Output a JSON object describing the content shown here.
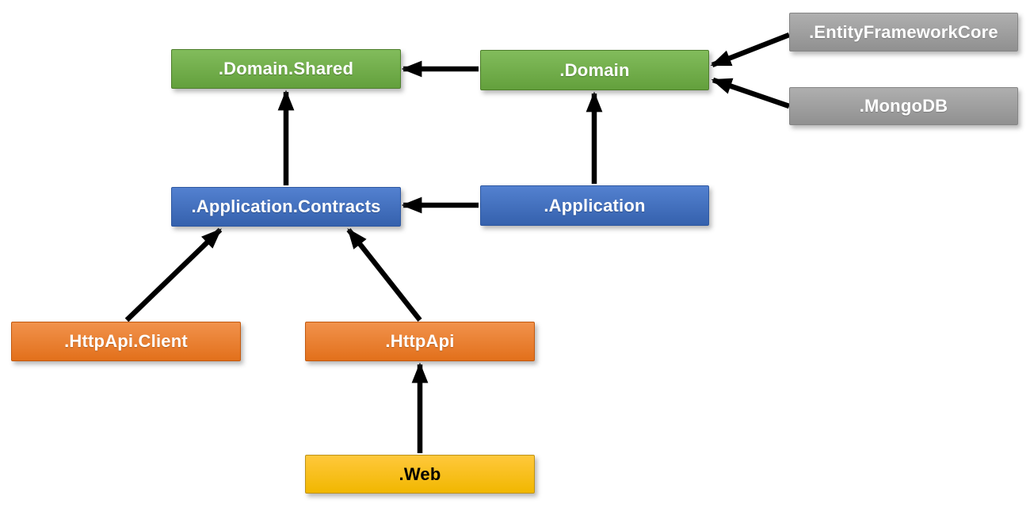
{
  "diagram": {
    "nodes": [
      {
        "id": "domain-shared",
        "label": ".Domain.Shared",
        "color": "green"
      },
      {
        "id": "domain",
        "label": ".Domain",
        "color": "green"
      },
      {
        "id": "entity-framework-core",
        "label": ".EntityFrameworkCore",
        "color": "gray"
      },
      {
        "id": "mongodb",
        "label": ".MongoDB",
        "color": "gray"
      },
      {
        "id": "application-contracts",
        "label": ".Application.Contracts",
        "color": "blue"
      },
      {
        "id": "application",
        "label": ".Application",
        "color": "blue"
      },
      {
        "id": "httpapi-client",
        "label": ".HttpApi.Client",
        "color": "orange"
      },
      {
        "id": "httpapi",
        "label": ".HttpApi",
        "color": "orange"
      },
      {
        "id": "web",
        "label": ".Web",
        "color": "gold"
      }
    ],
    "edges": [
      {
        "from": ".Domain",
        "to": ".Domain.Shared"
      },
      {
        "from": ".Application.Contracts",
        "to": ".Domain.Shared"
      },
      {
        "from": ".Application",
        "to": ".Domain"
      },
      {
        "from": ".Application",
        "to": ".Application.Contracts"
      },
      {
        "from": ".EntityFrameworkCore",
        "to": ".Domain"
      },
      {
        "from": ".MongoDB",
        "to": ".Domain"
      },
      {
        "from": ".HttpApi.Client",
        "to": ".Application.Contracts"
      },
      {
        "from": ".HttpApi",
        "to": ".Application.Contracts"
      },
      {
        "from": ".Web",
        "to": ".HttpApi"
      }
    ],
    "palette": {
      "green": {
        "top": "#82BC5C",
        "bottom": "#63A03C",
        "border": "#4D7E2B",
        "text": "#FFFFFF"
      },
      "blue": {
        "top": "#5381D0",
        "bottom": "#3561AD",
        "border": "#2D57A0",
        "text": "#FFFFFF"
      },
      "gray": {
        "top": "#AFAFAF",
        "bottom": "#909090",
        "border": "#858585",
        "text": "#FFFFFF"
      },
      "orange": {
        "top": "#F1924C",
        "bottom": "#E2701B",
        "border": "#C2590F",
        "text": "#FFFFFF"
      },
      "gold": {
        "top": "#FFC83C",
        "bottom": "#F1B700",
        "border": "#BD9217",
        "text": "#000000"
      },
      "arrow": "#000000",
      "background": "#FFFFFF"
    }
  }
}
